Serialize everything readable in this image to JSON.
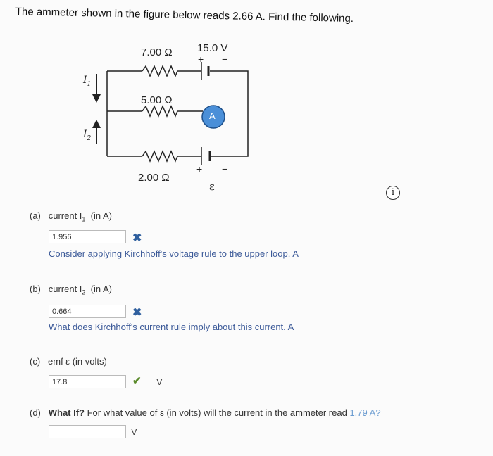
{
  "prompt": "The ammeter shown in the figure below reads 2.66 A. Find the following.",
  "circuit": {
    "r1": "7.00 Ω",
    "v1": "15.0 V",
    "r2": "5.00 Ω",
    "r3": "2.00 Ω",
    "ammeter": "A",
    "emf": "ε",
    "i1": "I",
    "i1_sub": "1",
    "i2": "I",
    "i2_sub": "2",
    "plus": "+",
    "minus": "−"
  },
  "info_icon": "i",
  "parts": {
    "a": {
      "letter": "(a)",
      "label": "current I",
      "sub": "1",
      "unit_paren": "(in A)",
      "value": "1.956",
      "hint": "Consider applying Kirchhoff's voltage rule to the upper loop. A"
    },
    "b": {
      "letter": "(b)",
      "label": "current I",
      "sub": "2",
      "unit_paren": "(in A)",
      "value": "0.664",
      "hint": "What does Kirchhoff's current rule imply about this current. A"
    },
    "c": {
      "letter": "(c)",
      "label": "emf ε (in volts)",
      "value": "17.8",
      "unit": "V"
    },
    "d": {
      "letter": "(d)",
      "what_if": "What If?",
      "question": " For what value of ε (in volts) will the current in the ammeter read ",
      "highlight": "1.79 A?",
      "value": "",
      "unit": "V"
    }
  },
  "colors": {
    "x_mark": "#2f5f9e",
    "check": "#5a8a2a",
    "ammeter_fill": "#4a8fd8",
    "hint": "#3b5998",
    "highlight": "#6a9bd0"
  }
}
